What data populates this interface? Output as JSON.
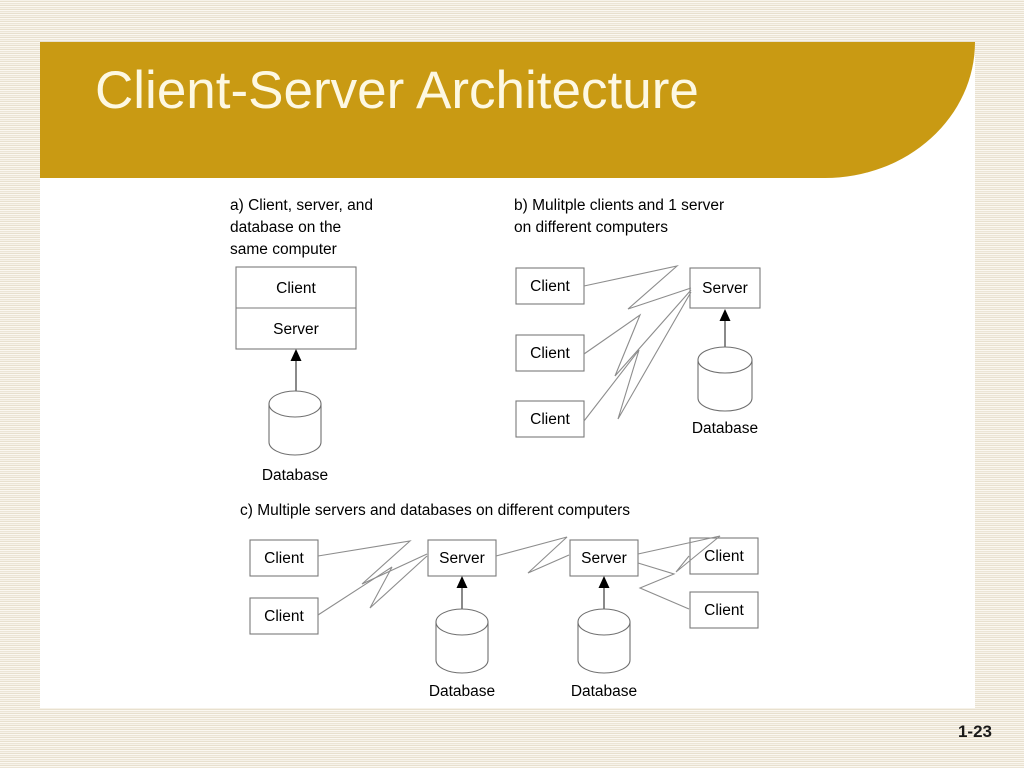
{
  "slide": {
    "title": "Client-Server Architecture",
    "page_number": "1-23",
    "banner_color": "#c99a13",
    "title_color": "#fdf8e2",
    "panel_color": "#ffffff",
    "background_color": "#efe9dc"
  },
  "diagrams": {
    "a": {
      "caption_lines": [
        "a) Client, server, and",
        "database on the",
        "same computer"
      ],
      "caption": "a) Client, server, and database on the same computer",
      "stack_top_label": "Client",
      "stack_bottom_label": "Server",
      "database_label": "Database"
    },
    "b": {
      "caption_lines": [
        "b) Mulitple clients and 1 server",
        "on different computers"
      ],
      "caption": "b) Mulitple clients and 1 server on different computers",
      "clients": [
        "Client",
        "Client",
        "Client"
      ],
      "server_label": "Server",
      "database_label": "Database"
    },
    "c": {
      "caption": "c) Multiple servers and databases on different computers",
      "left_clients": [
        "Client",
        "Client"
      ],
      "servers": [
        "Server",
        "Server"
      ],
      "databases": [
        "Database",
        "Database"
      ],
      "right_clients": [
        "Client",
        "Client"
      ]
    }
  }
}
